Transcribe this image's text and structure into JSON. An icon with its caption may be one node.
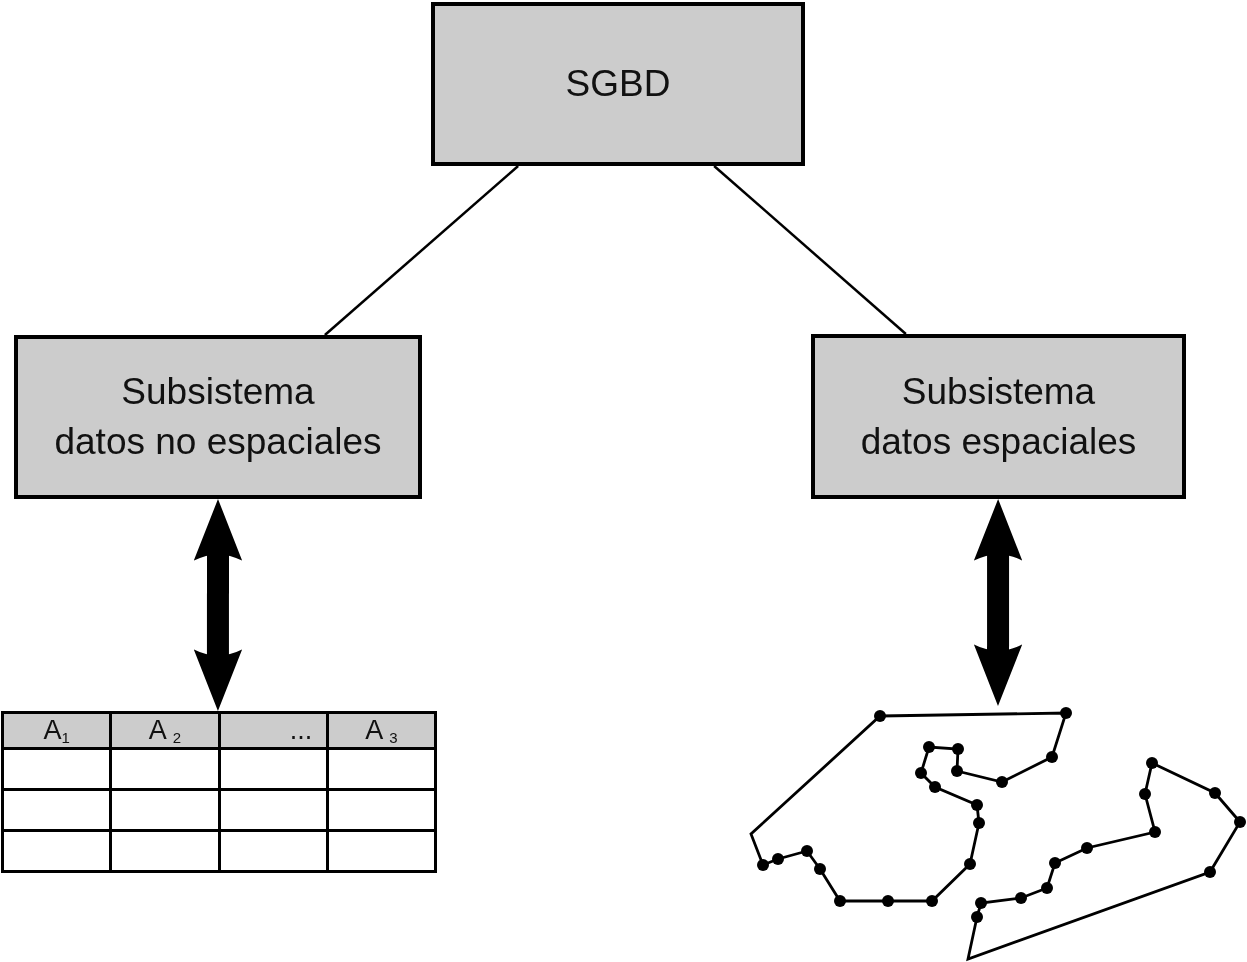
{
  "diagram": {
    "nodes": [
      {
        "text": [
          "SGBD"
        ]
      },
      {
        "text": [
          "Subsistema datos no espaciales"
        ]
      },
      {
        "text": [
          "Subsistema datos espaciales"
        ]
      },
      {
        "text": [
          "A$_{1}$",
          "A $_{2}$",
          "...",
          "A $_{3}$"
        ]
      },
      {
        "text": [],
        "shape": "picture"
      }
    ],
    "edges": [
      {
        "from": 0,
        "to": 1,
        "arrow": "none"
      },
      {
        "from": 0,
        "to": 2,
        "arrow": "none"
      },
      {
        "from": 1,
        "to": 3,
        "arrow": "both",
        "style": "thick"
      },
      {
        "from": 2,
        "to": 4,
        "arrow": "both",
        "style": "thick"
      }
    ]
  }
}
